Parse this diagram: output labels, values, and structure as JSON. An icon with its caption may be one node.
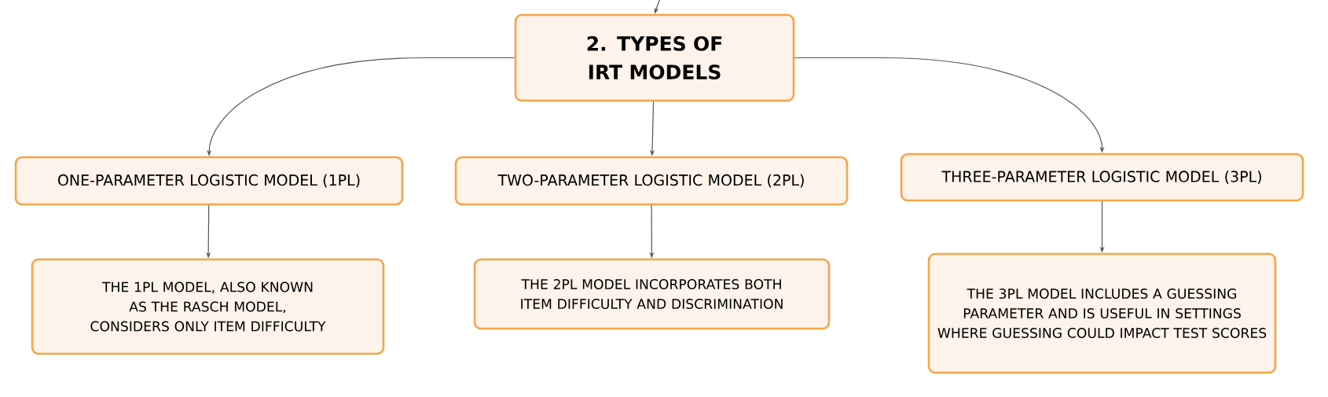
{
  "diagram": {
    "nodes": [
      {
        "text": [
          "2. TYPES OF IRT MODELS"
        ]
      },
      {
        "text": [
          "ONE-PARAMETER LOGISTIC MODEL (1PL)"
        ]
      },
      {
        "text": [
          "TWO-PARAMETER LOGISTIC MODEL (2PL)"
        ]
      },
      {
        "text": [
          "THREE-PARAMETER LOGISTIC MODEL (3PL)"
        ]
      },
      {
        "text": [
          "THE 1PL MODEL, ALSO KNOWN AS THE RASCH MODEL, CONSIDERS ONLY ITEM DIFFICULTY"
        ]
      },
      {
        "text": [
          "THE 2PL MODEL INCORPORATES BOTH ITEM DIFFICULTY AND DISCRIMINATION"
        ]
      },
      {
        "text": [
          "THE 3PL MODEL INCLUDES A GUESSING PARAMETER AND IS USEFUL IN SETTINGS WHERE GUESSING COULD IMPACT TEST SCORES"
        ]
      }
    ],
    "edges": [
      {
        "from": null,
        "to": 0,
        "arrow": "to"
      },
      {
        "from": 0,
        "to": 1,
        "arrow": "to"
      },
      {
        "from": 0,
        "to": 2,
        "arrow": "to"
      },
      {
        "from": 0,
        "to": 3,
        "arrow": "to"
      },
      {
        "from": 1,
        "to": 4,
        "arrow": "to"
      },
      {
        "from": 2,
        "to": 5,
        "arrow": "to"
      },
      {
        "from": 3,
        "to": 6,
        "arrow": "to"
      }
    ]
  }
}
